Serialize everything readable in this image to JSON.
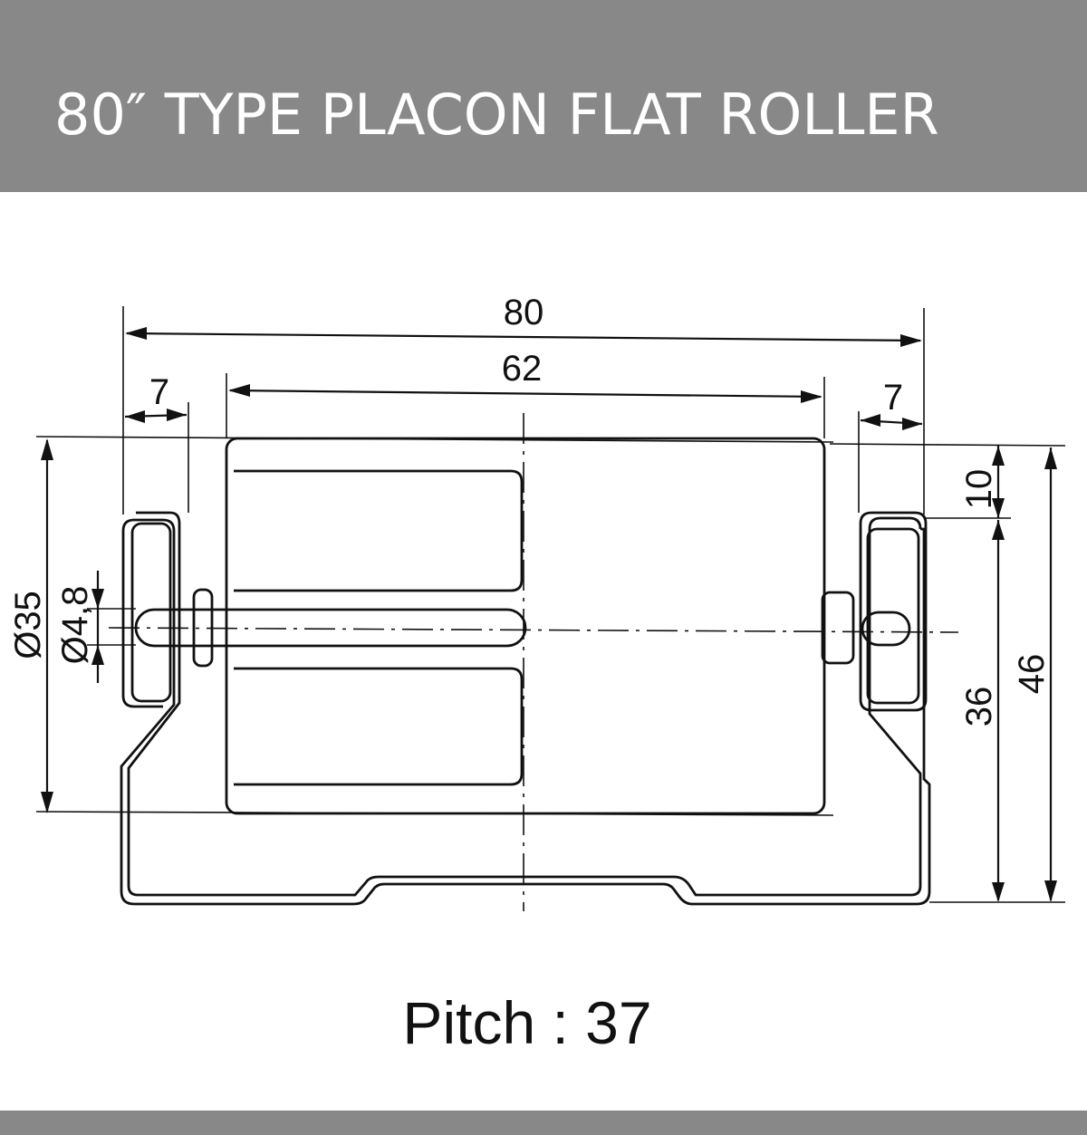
{
  "header": {
    "title": "80″ TYPE PLACON FLAT ROLLER",
    "background": "#888888",
    "text_color": "#ffffff"
  },
  "drawing": {
    "dim_overall_width": "80",
    "dim_roller_length": "62",
    "dim_left_frame": "7",
    "dim_right_frame": "7",
    "dim_roller_diameter": "Ø35",
    "dim_shaft_diameter": "Ø4,8",
    "dim_top_offset": "10",
    "dim_axis_height": "36",
    "dim_total_height": "46"
  },
  "footer": {
    "pitch_text": "Pitch : 37",
    "bar_color": "#888888"
  }
}
